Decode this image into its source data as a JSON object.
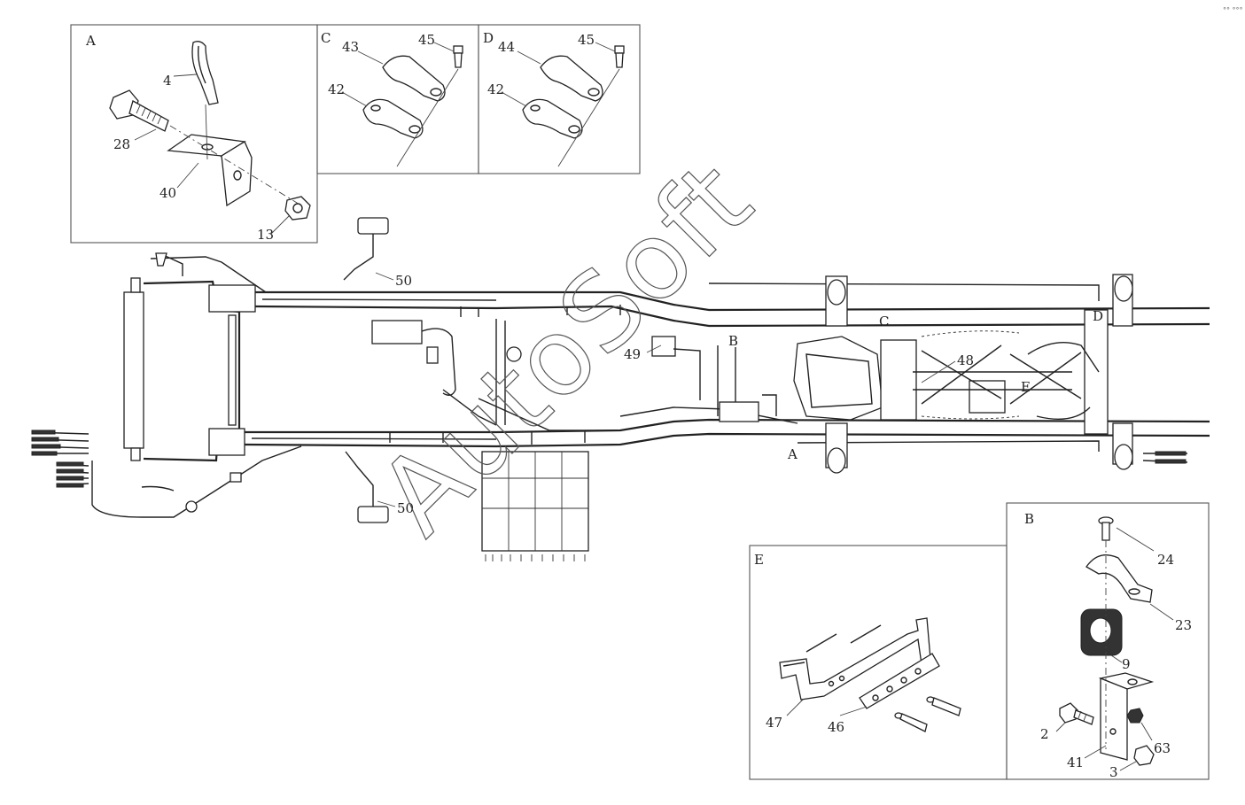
{
  "panels": {
    "A": {
      "letter": "A",
      "callouts": [
        "4",
        "28",
        "40",
        "13"
      ]
    },
    "C": {
      "letter": "C",
      "callouts": [
        "43",
        "45",
        "42"
      ]
    },
    "D": {
      "letter": "D",
      "callouts": [
        "44",
        "45",
        "42"
      ]
    },
    "E": {
      "letter": "E",
      "callouts": [
        "47",
        "46"
      ]
    },
    "B": {
      "letter": "B",
      "callouts": [
        "24",
        "23",
        "9",
        "2",
        "63",
        "41",
        "3"
      ]
    }
  },
  "main": {
    "callouts": [
      "50",
      "50",
      "49",
      "48"
    ],
    "locators": [
      "A",
      "B",
      "C",
      "D",
      "E"
    ]
  },
  "watermark": "AutoSoft",
  "corner_mark": "°° °°°"
}
